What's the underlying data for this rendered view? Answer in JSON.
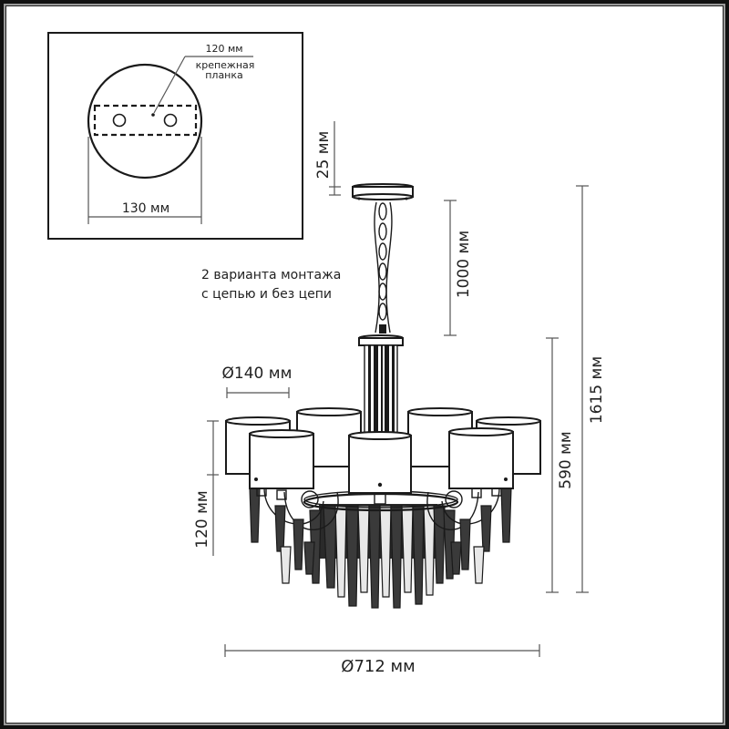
{
  "canopy_detail": {
    "plate_label": "120 мм",
    "plate_caption_line1": "крепежная",
    "plate_caption_line2": "планка",
    "canopy_diameter": "130 мм"
  },
  "mounting_note": {
    "line1": "2 варианта монтажа",
    "line2": "с цепью и без цепи"
  },
  "dimensions": {
    "canopy_height": "25 мм",
    "chain_length": "1000 мм",
    "shade_diameter": "Ø140 мм",
    "shade_height": "120 мм",
    "body_height": "590 мм",
    "total_height": "1615 мм",
    "overall_diameter": "Ø712 мм"
  },
  "colors": {
    "ink": "#1a1a1a",
    "dimension_line": "#555555",
    "background": "#ffffff"
  }
}
